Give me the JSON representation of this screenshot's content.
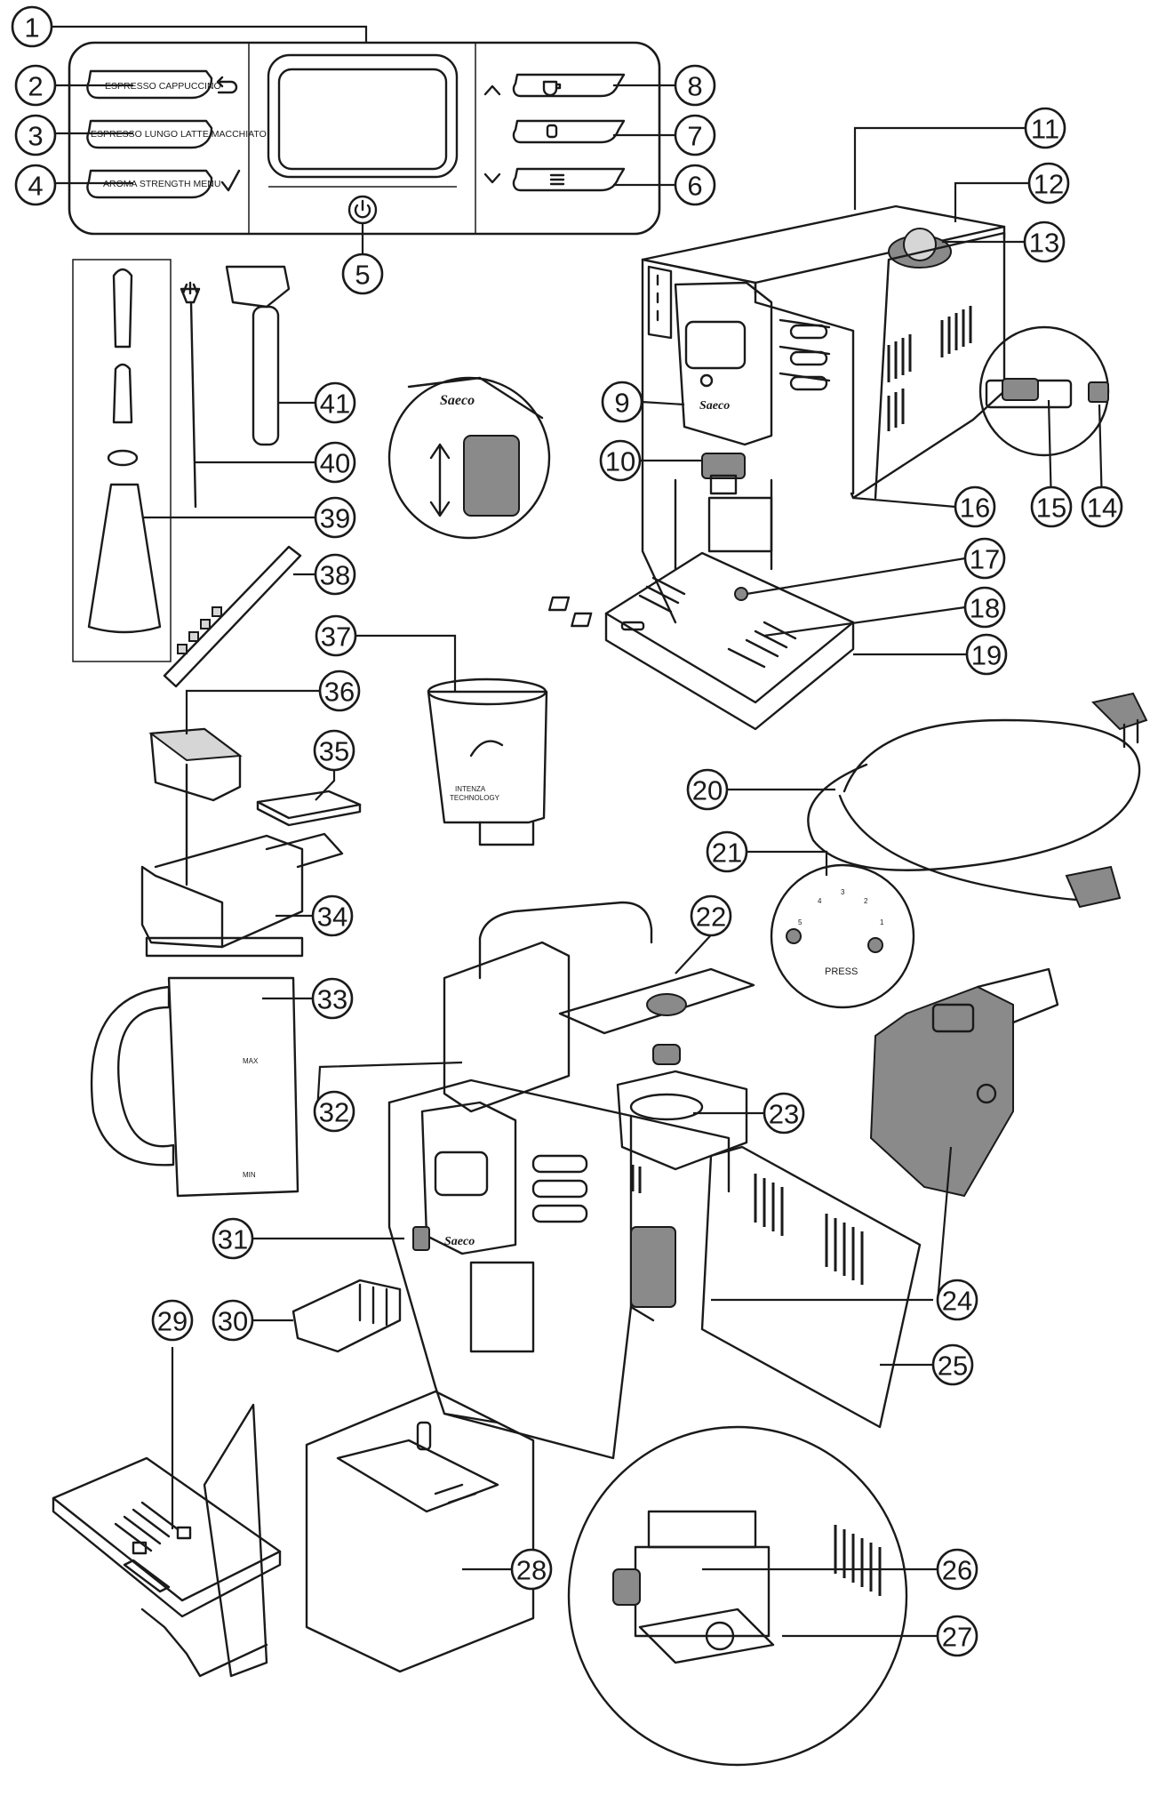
{
  "panel": {
    "button_labels": [
      "ESPRESSO CAPPUCCINO",
      "ESPRESSO LUNGO LATTE MACCHIATO",
      "AROMA STRENGTH MENU"
    ]
  },
  "brand": "Saeco",
  "filter_label_line1": "INTENZA",
  "filter_label_line2": "TECHNOLOGY",
  "jug_max": "MAX",
  "jug_min": "MIN",
  "grinder_knob_text": "PRESS",
  "grinder_knob_numbers": [
    "1",
    "2",
    "3",
    "4",
    "5"
  ],
  "callouts": [
    "1",
    "2",
    "3",
    "4",
    "5",
    "6",
    "7",
    "8",
    "9",
    "10",
    "11",
    "12",
    "13",
    "14",
    "15",
    "16",
    "17",
    "18",
    "19",
    "20",
    "21",
    "22",
    "23",
    "24",
    "25",
    "26",
    "27",
    "28",
    "29",
    "30",
    "31",
    "32",
    "33",
    "34",
    "35",
    "36",
    "37",
    "38",
    "39",
    "40",
    "41"
  ],
  "colors": {
    "ink": "#1a1a1a",
    "background": "#ffffff",
    "part_grey": "#8a8a8a"
  }
}
